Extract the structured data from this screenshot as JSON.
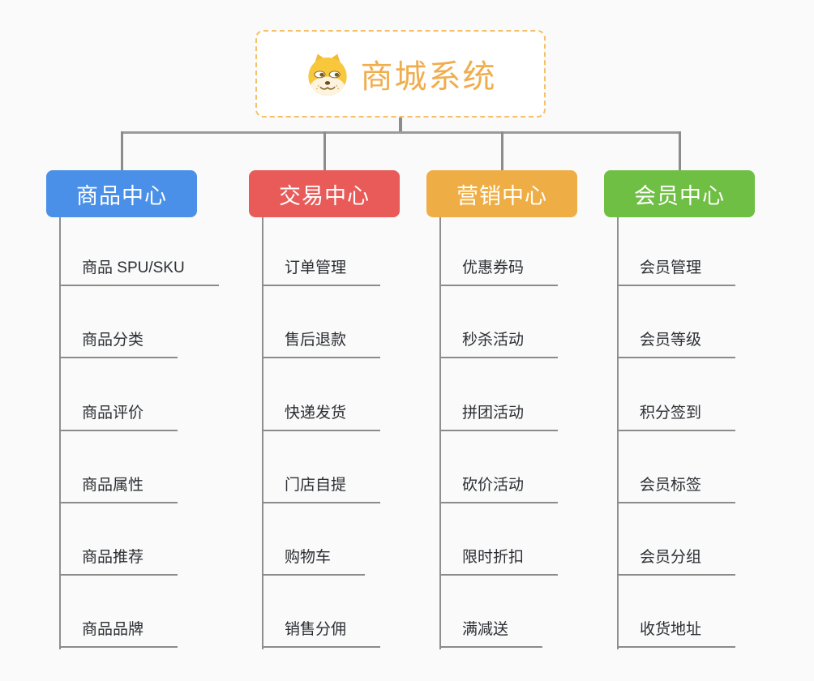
{
  "root": {
    "label": "商城系统",
    "icon": "dog-face-icon",
    "accent_color": "#f0ad4e",
    "border_color": "#f6c06a"
  },
  "connector_color": "#8c8c8c",
  "branches": [
    {
      "label": "商品中心",
      "color": "#4a90e8",
      "items": [
        "商品 SPU/SKU",
        "商品分类",
        "商品评价",
        "商品属性",
        "商品推荐",
        "商品品牌"
      ]
    },
    {
      "label": "交易中心",
      "color": "#e85b58",
      "items": [
        "订单管理",
        "售后退款",
        "快递发货",
        "门店自提",
        "购物车",
        "销售分佣"
      ]
    },
    {
      "label": "营销中心",
      "color": "#efae45",
      "items": [
        "优惠券码",
        "秒杀活动",
        "拼团活动",
        "砍价活动",
        "限时折扣",
        "满减送"
      ]
    },
    {
      "label": "会员中心",
      "color": "#6fbf44",
      "items": [
        "会员管理",
        "会员等级",
        "积分签到",
        "会员标签",
        "会员分组",
        "收货地址"
      ]
    }
  ]
}
